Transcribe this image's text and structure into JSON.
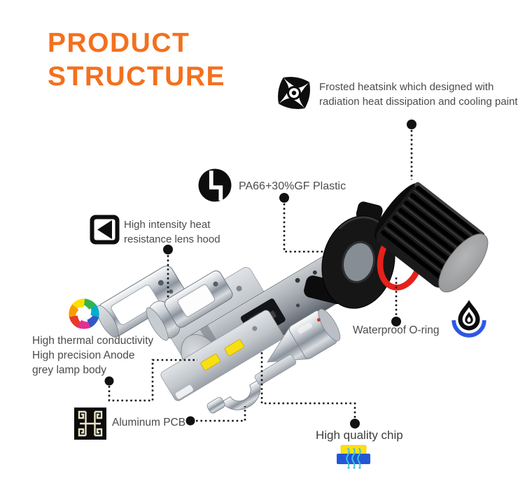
{
  "title": {
    "line1": "PRODUCT",
    "line2": "STRUCTURE"
  },
  "labels": {
    "heatsink": {
      "icon": "pinwheel-icon",
      "lines": [
        "Frosted heatsink which designed with",
        "radiation heat dissipation and cooling paint"
      ]
    },
    "plastic": {
      "icon": "circle-h-logo-icon",
      "text": "PA66+30%GF Plastic"
    },
    "lens_hood": {
      "icon": "square-prism-icon",
      "lines": [
        "High intensity heat",
        "resistance lens hood"
      ]
    },
    "lamp_body": {
      "icon": "color-swirl-hexagon-icon",
      "lines": [
        "High thermal conductivity",
        "High precision Anode",
        "grey lamp body"
      ]
    },
    "o_ring": {
      "icon": "waterdrop-icon",
      "text": "Waterproof O-ring"
    },
    "pcb": {
      "icon": "meander-pattern-icon",
      "text": "Aluminum PCB"
    },
    "chip": {
      "icon": "led-chip-icon",
      "text": "High quality chip"
    }
  },
  "colors": {
    "accent_orange": "#f4701d",
    "label_text": "#4b4b4b",
    "connector_black": "#151515",
    "o_ring_red": "#e6211b",
    "chip_yellow": "#ffdf10",
    "chip_blue": "#2457d6",
    "waterdrop_arc_blue": "#2e57e8",
    "meander_cream": "#ece4c4"
  }
}
